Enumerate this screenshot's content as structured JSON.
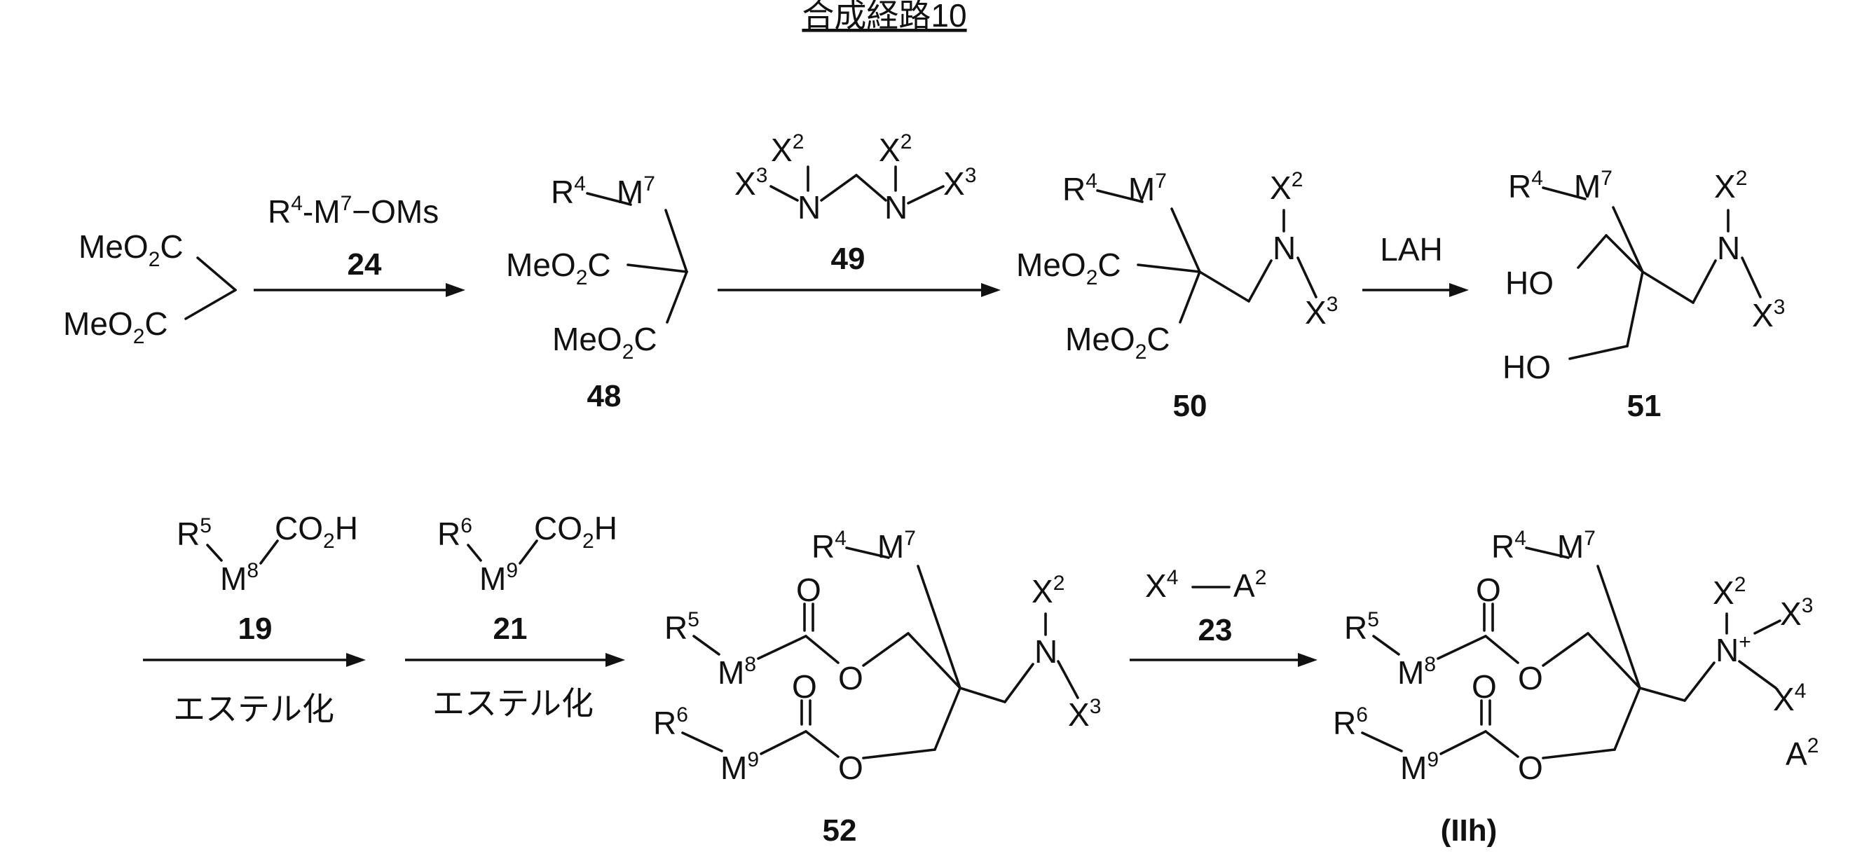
{
  "title": "合成経路10",
  "compounds": {
    "c48": "48",
    "c50": "50",
    "c51": "51",
    "c52": "52",
    "c19": "19",
    "c21": "21",
    "c23": "23",
    "c24": "24",
    "c49": "49",
    "product": "(IIh)"
  },
  "reagents": {
    "lah": "LAH",
    "esterification_1": "エステル化",
    "esterification_2": "エステル化"
  },
  "atoms": {
    "meo2c": "MeO",
    "sub2": "2",
    "c": "C",
    "r": "R",
    "m": "M",
    "x": "X",
    "n": "N",
    "o": "O",
    "ho": "HO",
    "a": "A",
    "co2h_co": "CO",
    "h": "H",
    "oms": "−OMs",
    "dash": "-",
    "plus": "+",
    "s2": "2",
    "s3": "3",
    "s4": "4",
    "s5": "5",
    "s6": "6",
    "s7": "7",
    "s8": "8",
    "s9": "9"
  }
}
